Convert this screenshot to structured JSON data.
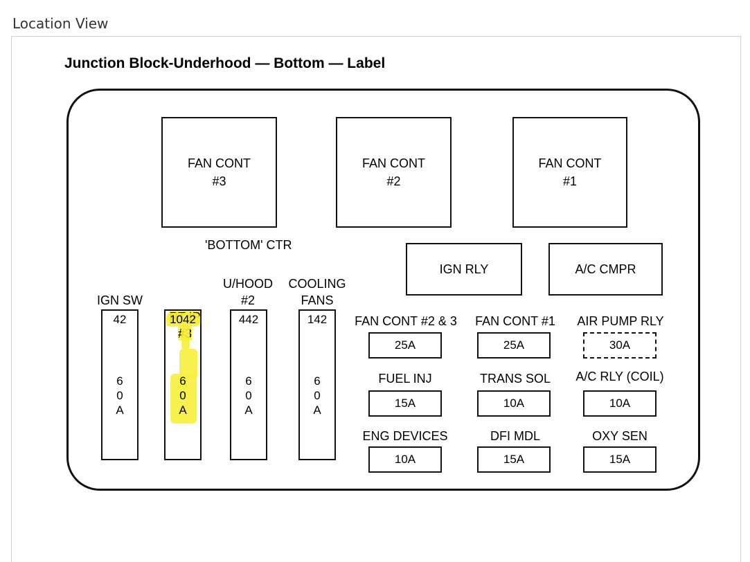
{
  "page": {
    "view_title": "Location View"
  },
  "diagram": {
    "title": "Junction Block-Underhood — Bottom — Label",
    "relays": {
      "fan_cont_3": "FAN CONT\n#3",
      "fan_cont_2": "FAN CONT\n#2",
      "fan_cont_1": "FAN CONT\n#1",
      "ign_rly": "IGN RLY",
      "ac_cmpr": "A/C CMPR"
    },
    "bottom_ctr_label": "'BOTTOM'  CTR",
    "maxi_fuses": [
      {
        "label": "IGN SW",
        "number": "42",
        "rating": "6\n0\nA",
        "highlighted": false
      },
      {
        "label": "RT IP\n#3",
        "number": "1042",
        "rating": "6\n0\nA",
        "highlighted": true
      },
      {
        "label": "U/HOOD\n#2",
        "number": "442",
        "rating": "6\n0\nA",
        "highlighted": false
      },
      {
        "label": "COOLING\nFANS",
        "number": "142",
        "rating": "6\n0\nA",
        "highlighted": false
      }
    ],
    "mini_fuses": [
      {
        "label": "FAN CONT #2 & 3",
        "rating": "25A"
      },
      {
        "label": "FAN CONT #1",
        "rating": "25A"
      },
      {
        "label": "AIR PUMP RLY",
        "rating": "30A"
      },
      {
        "label": "FUEL INJ",
        "rating": "15A"
      },
      {
        "label": "TRANS SOL",
        "rating": "10A"
      },
      {
        "label": "A/C RLY (COIL)",
        "rating": "10A"
      },
      {
        "label": "ENG DEVICES",
        "rating": "10A"
      },
      {
        "label": "DFI MDL",
        "rating": "15A"
      },
      {
        "label": "OXY SEN",
        "rating": "15A"
      }
    ],
    "colors": {
      "highlight": "#fdf24a",
      "line": "#111111"
    }
  }
}
